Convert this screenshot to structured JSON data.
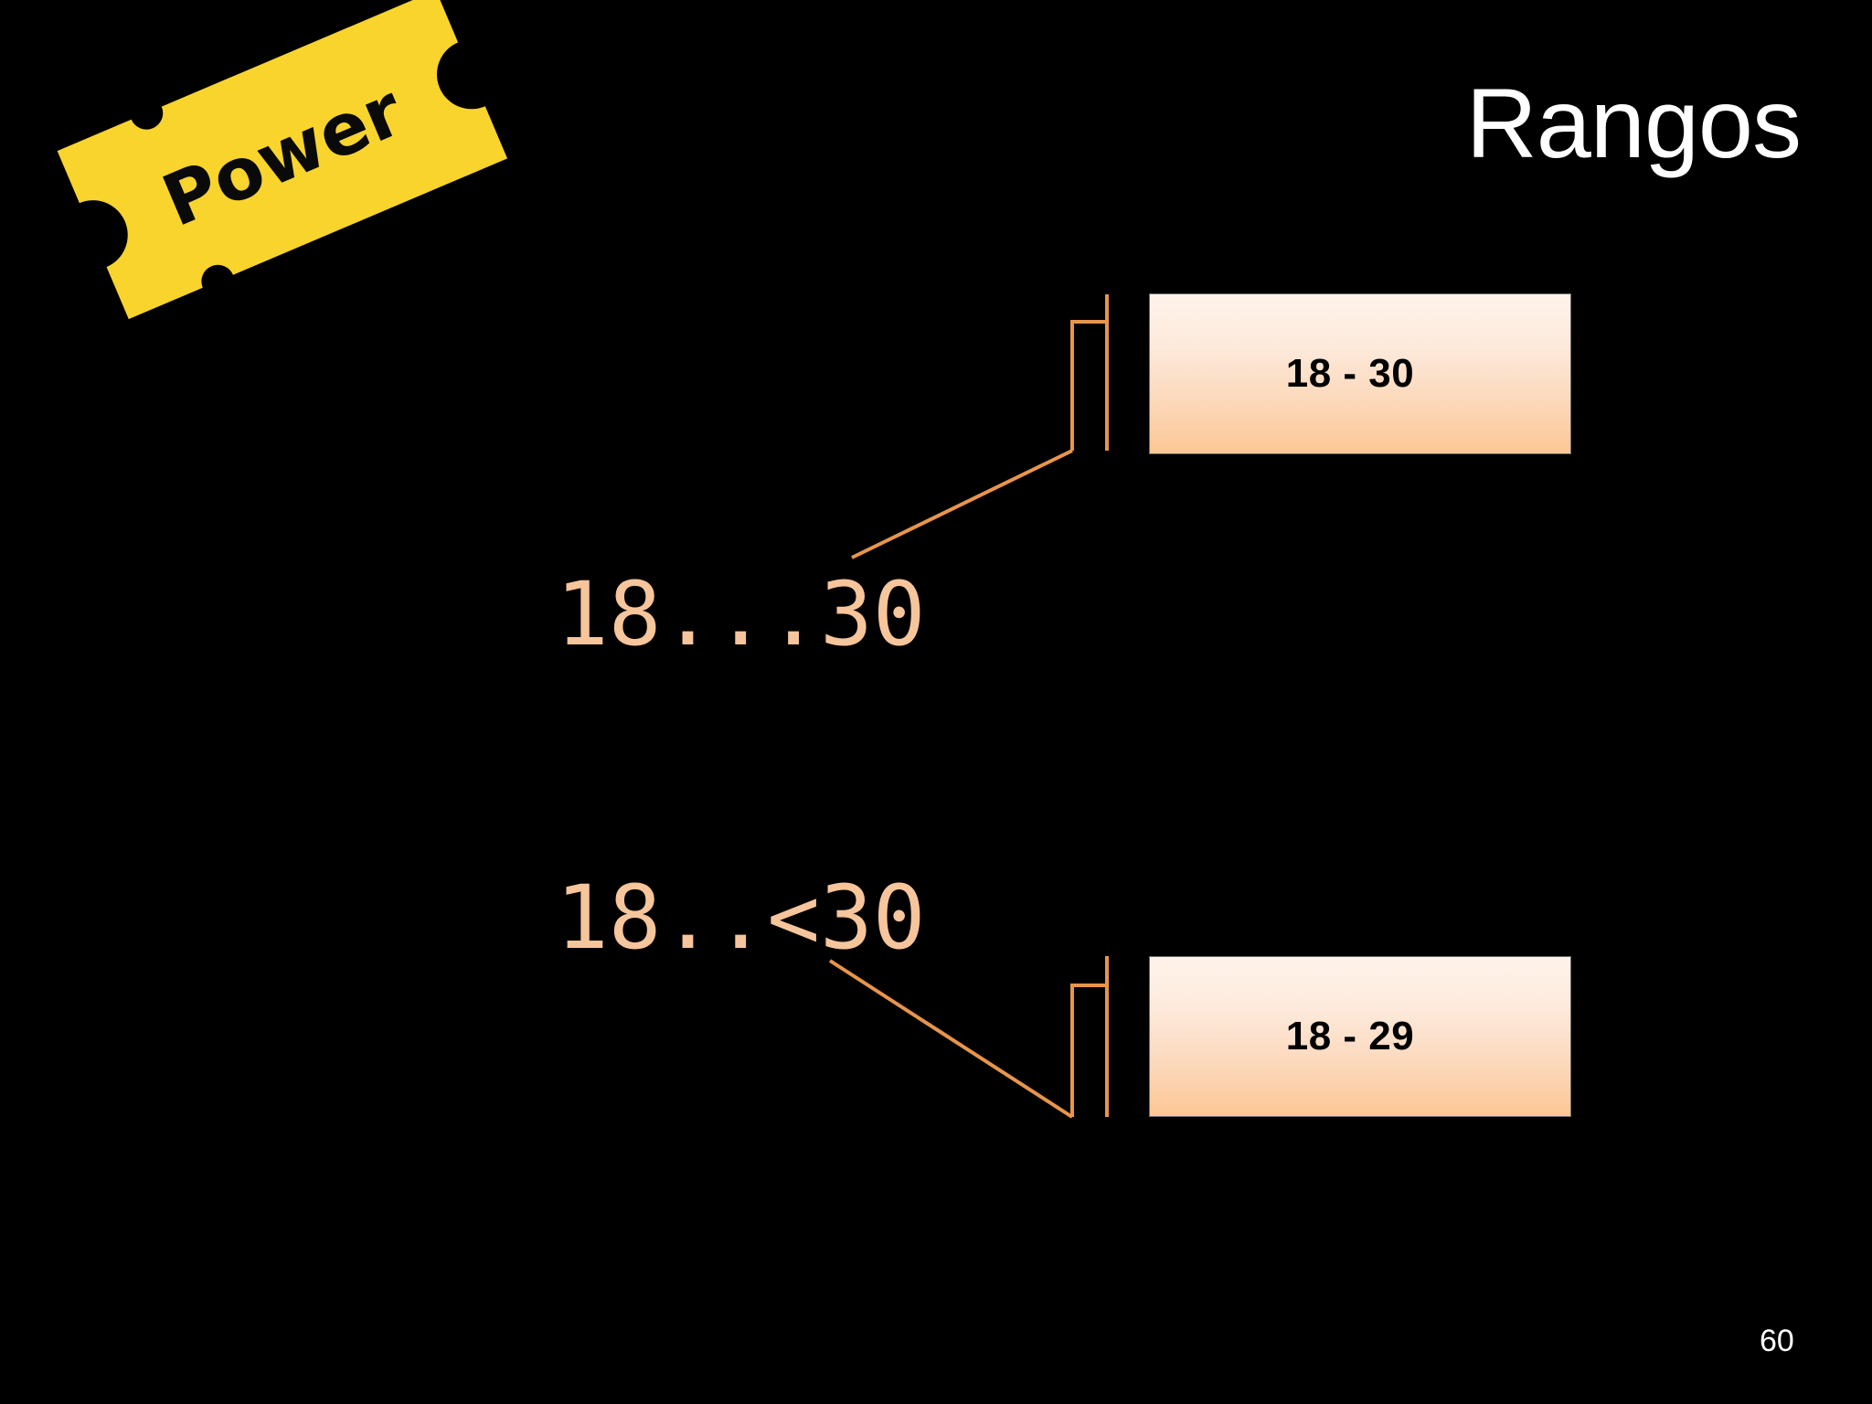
{
  "slide": {
    "title": "Rangos",
    "page_number": "60",
    "background_color": "#000000",
    "title_color": "#FFFFFF"
  },
  "badge": {
    "label": "Power",
    "shape": "ticket-plaque",
    "fill_color": "#F9D42D",
    "text_color": "#0A0A0A",
    "rotation_deg": -23
  },
  "palette": {
    "accent_orange": "#E8954C",
    "code_text": "#F7C59B",
    "box_gradient_top": "#FEF3EA",
    "box_gradient_bottom": "#FCC794",
    "box_border": "#6A6A6A",
    "badge_yellow": "#F9D42D"
  },
  "ranges": [
    {
      "id": "closed-range",
      "expression": "18...30",
      "result": "18 - 30",
      "operator": "...",
      "lower": 18,
      "upper": 30,
      "inclusive": true
    },
    {
      "id": "half-open-range",
      "expression": "18..<30",
      "result": "18 - 29",
      "operator": "..<",
      "lower": 18,
      "upper": 29,
      "inclusive": false
    }
  ]
}
